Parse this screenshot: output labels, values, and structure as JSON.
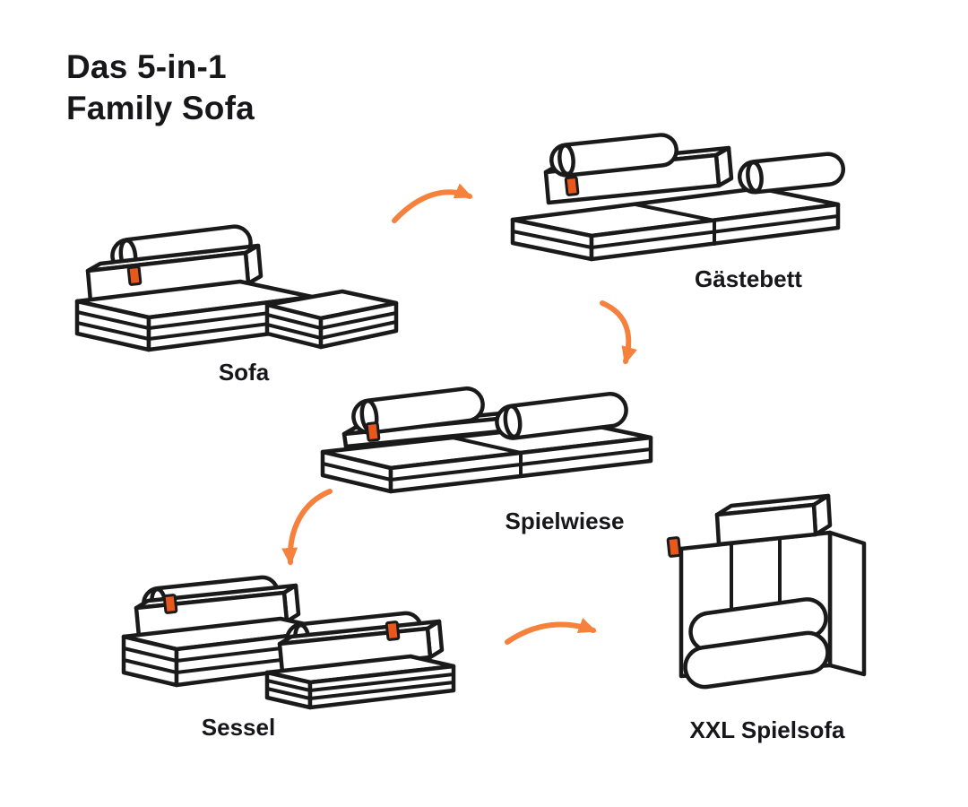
{
  "page": {
    "background": "#ffffff"
  },
  "title": {
    "line1": "Das 5-in-1",
    "line2": "Family Sofa"
  },
  "colors": {
    "outline": "#1a1a1a",
    "accent_orange": "#F5813C",
    "tag_orange": "#E8581C",
    "fill_white": "#ffffff",
    "text": "#17171a"
  },
  "figures": [
    {
      "id": "sofa",
      "label": "Sofa"
    },
    {
      "id": "gaestebett",
      "label": "Gästebett"
    },
    {
      "id": "spielwiese",
      "label": "Spielwiese"
    },
    {
      "id": "sessel",
      "label": "Sessel"
    },
    {
      "id": "xxl-spielsofa",
      "label": "XXL Spielsofa"
    }
  ],
  "flow": [
    {
      "from": "Sofa",
      "to": "Gästebett"
    },
    {
      "from": "Gästebett",
      "to": "Spielwiese"
    },
    {
      "from": "Spielwiese",
      "to": "Sessel"
    },
    {
      "from": "Sessel",
      "to": "XXL Spielsofa"
    }
  ]
}
